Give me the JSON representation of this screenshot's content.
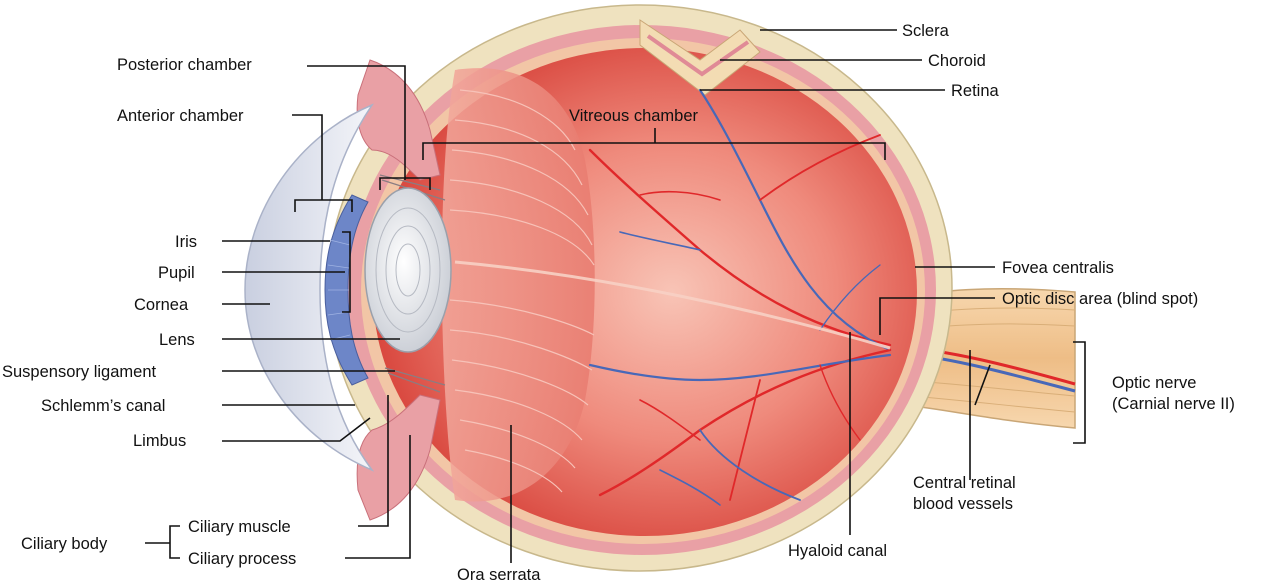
{
  "labels": {
    "sclera": "Sclera",
    "choroid": "Choroid",
    "retina": "Retina",
    "posterior_chamber": "Posterior chamber",
    "anterior_chamber": "Anterior chamber",
    "vitreous_chamber": "Vitreous chamber",
    "iris": "Iris",
    "pupil": "Pupil",
    "cornea": "Cornea",
    "lens": "Lens",
    "suspensory_ligament": "Suspensory ligament",
    "schlemms_canal": "Schlemm’s canal",
    "limbus": "Limbus",
    "ciliary_body": "Ciliary body",
    "ciliary_muscle": "Ciliary muscle",
    "ciliary_process": "Ciliary process",
    "ora_serrata": "Ora serrata",
    "hyaloid_canal": "Hyaloid canal",
    "fovea_centralis": "Fovea centralis",
    "optic_disc": "Optic disc area (blind spot)",
    "optic_nerve_1": "Optic nerve",
    "optic_nerve_2": "(Carnial nerve II)",
    "central_vessels_1": "Central retinal",
    "central_vessels_2": "blood vessels"
  },
  "colors": {
    "sclera": "#efe2bf",
    "choroid": "#e9a0a5",
    "vitreous": "#e8675e",
    "vitreous_light": "#f6b4a8",
    "artery": "#e0282a",
    "vein": "#4868b8",
    "lens": "#e6e8ec",
    "iris": "#6d86c8",
    "cornea": "#dfe3ee",
    "nerve": "#f2c99a"
  }
}
